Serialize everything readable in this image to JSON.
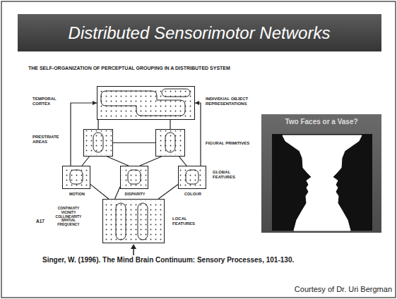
{
  "diagram": {
    "title": "Distributed Sensorimotor Networks",
    "nodes": [
      {
        "text": [
          "TEMPORAL CORTEX",
          "INDIVIDUAL OBJECT REPRESENTATIONS"
        ]
      },
      {
        "text": [
          "PRESTRIATE AREAS"
        ]
      },
      {
        "text": [
          "FIGURAL PRIMITIVES"
        ]
      },
      {
        "text": [
          "MOTION"
        ]
      },
      {
        "text": [
          "DISPARITY"
        ]
      },
      {
        "text": [
          "COLOUR",
          "GLOBAL FEATURES"
        ]
      },
      {
        "text": [
          "A17",
          "CONTINUITY VICINITY COLLINEARITY SPATIAL FREQUENCY",
          "LOCAL FEATURES"
        ]
      },
      {
        "text": [
          "Two Faces or a Vase?"
        ]
      }
    ],
    "edges": [
      {
        "from": 1,
        "to": 0,
        "arrow": "none"
      },
      {
        "from": 2,
        "to": 0,
        "arrow": "none"
      },
      {
        "from": 1,
        "to": 2,
        "arrow": "none"
      },
      {
        "from": 3,
        "to": 1,
        "arrow": "none"
      },
      {
        "from": 4,
        "to": 1,
        "arrow": "none"
      },
      {
        "from": 4,
        "to": 2,
        "arrow": "none"
      },
      {
        "from": 5,
        "to": 2,
        "arrow": "none"
      },
      {
        "from": 6,
        "to": 3,
        "arrow": "none"
      },
      {
        "from": 6,
        "to": 4,
        "arrow": "none"
      },
      {
        "from": 6,
        "to": 5,
        "arrow": "none"
      },
      {
        "from": 3,
        "to": 0,
        "arrow": "to"
      },
      {
        "from": 5,
        "to": 0,
        "arrow": "to"
      }
    ],
    "labels": [
      "THE SELF-ORGANIZATION OF PERCEPTUAL GROUPING IN A DISTRIBUTED SYSTEM",
      "Singer, W. (1996). The Mind Brain Continuum: Sensory Processes, 101-130.",
      "Courtesy of Dr. Uri Bergman"
    ]
  }
}
